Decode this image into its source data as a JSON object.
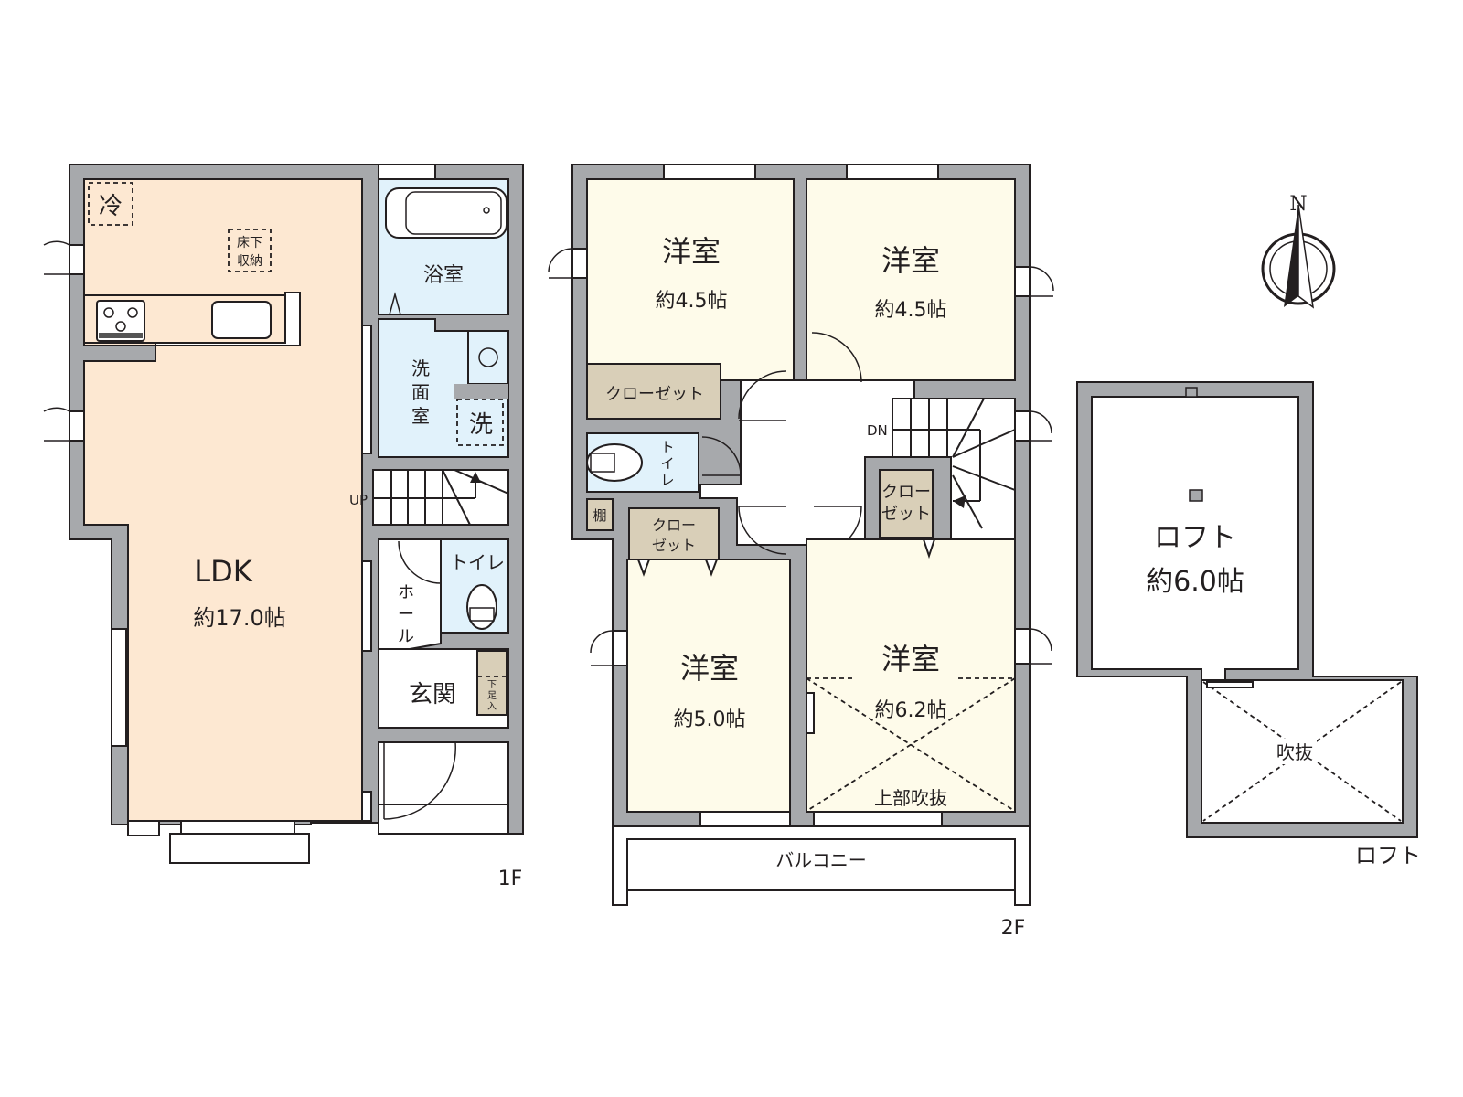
{
  "floor_1": {
    "label": "1F",
    "ldk": {
      "name": "LDK",
      "size": "約17.0帖"
    },
    "fridge": "冷",
    "underfloor_storage": [
      "床下",
      "収納"
    ],
    "bathroom": "浴室",
    "washroom": [
      "洗",
      "面",
      "室"
    ],
    "washer": "洗",
    "stairs": "UP",
    "toilet": "トイレ",
    "hall": [
      "ホ",
      "ー",
      "ル"
    ],
    "entrance": "玄関",
    "shoe_storage": [
      "下",
      "足",
      "入"
    ]
  },
  "floor_2": {
    "label": "2F",
    "rooms": [
      {
        "name": "洋室",
        "size": "約4.5帖"
      },
      {
        "name": "洋室",
        "size": "約4.5帖"
      },
      {
        "name": "洋室",
        "size": "約5.0帖"
      },
      {
        "name": "洋室",
        "size": "約6.2帖"
      }
    ],
    "closet_wide": "クローゼット",
    "closet_small": [
      "クロー",
      "ゼット"
    ],
    "closet_stairs": [
      "クロー",
      "ゼット"
    ],
    "toilet": [
      "ト",
      "イ",
      "レ"
    ],
    "shelf": "棚",
    "stairs": "DN",
    "void_above": "上部吹抜",
    "balcony": "バルコニー"
  },
  "loft": {
    "label": "ロフト",
    "name": "ロフト",
    "size": "約6.0帖",
    "void": "吹抜"
  },
  "compass": {
    "north": "N"
  },
  "colors": {
    "wall": "#a7a9ac",
    "ldk": "#fde8d2",
    "wet_area": "#e1f2fb",
    "bedroom": "#fefbea",
    "closet": "#d9cfb8",
    "line": "#231f20"
  }
}
